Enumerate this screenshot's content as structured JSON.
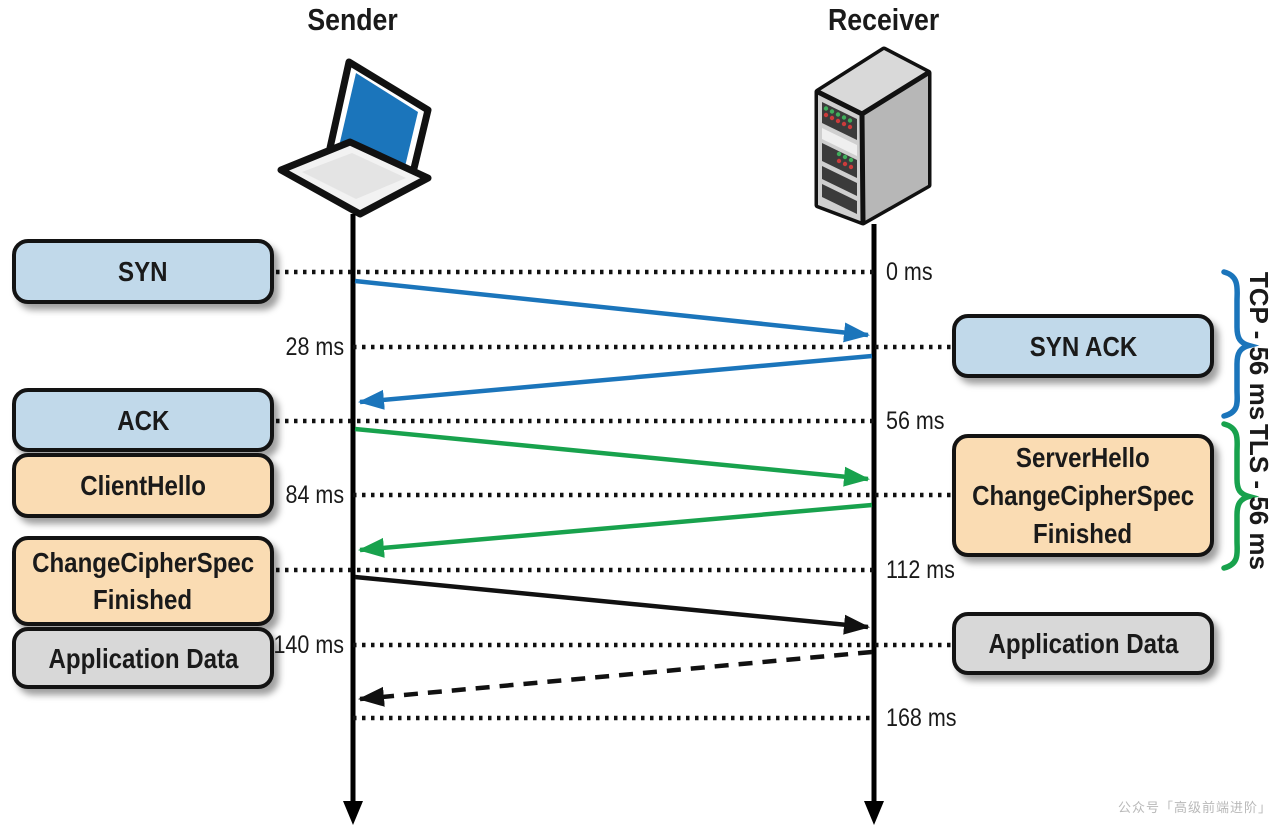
{
  "actors": {
    "sender": "Sender",
    "receiver": "Receiver"
  },
  "timeline": {
    "t0": "0 ms",
    "t28": "28 ms",
    "t56": "56 ms",
    "t84": "84 ms",
    "t112": "112 ms",
    "t140": "140 ms",
    "t168": "168 ms"
  },
  "messages": {
    "syn": "SYN",
    "syn_ack": "SYN ACK",
    "ack": "ACK",
    "client_hello": "ClientHello",
    "server_hello": {
      "line1": "ServerHello",
      "line2": "ChangeCipherSpec",
      "line3": "Finished"
    },
    "ccs_finished": {
      "line1": "ChangeCipherSpec",
      "line2": "Finished"
    },
    "app_data_left": "Application Data",
    "app_data_right": "Application Data"
  },
  "braces": {
    "tcp": {
      "label": "TCP - 56 ms",
      "color": "#1b75bb"
    },
    "tls": {
      "label": "TLS - 56 ms",
      "color": "#18a24d"
    }
  },
  "colors": {
    "tcp_message_box": "#c1d9ea",
    "tls_message_box": "#fadcb3",
    "data_message_box": "#d8d8d8",
    "tcp_arrow": "#1b75bb",
    "tls_arrow": "#18a24d",
    "data_arrow": "#111111",
    "laptop_screen": "#1b75bb"
  },
  "watermark": "公众号「高级前端进阶」"
}
